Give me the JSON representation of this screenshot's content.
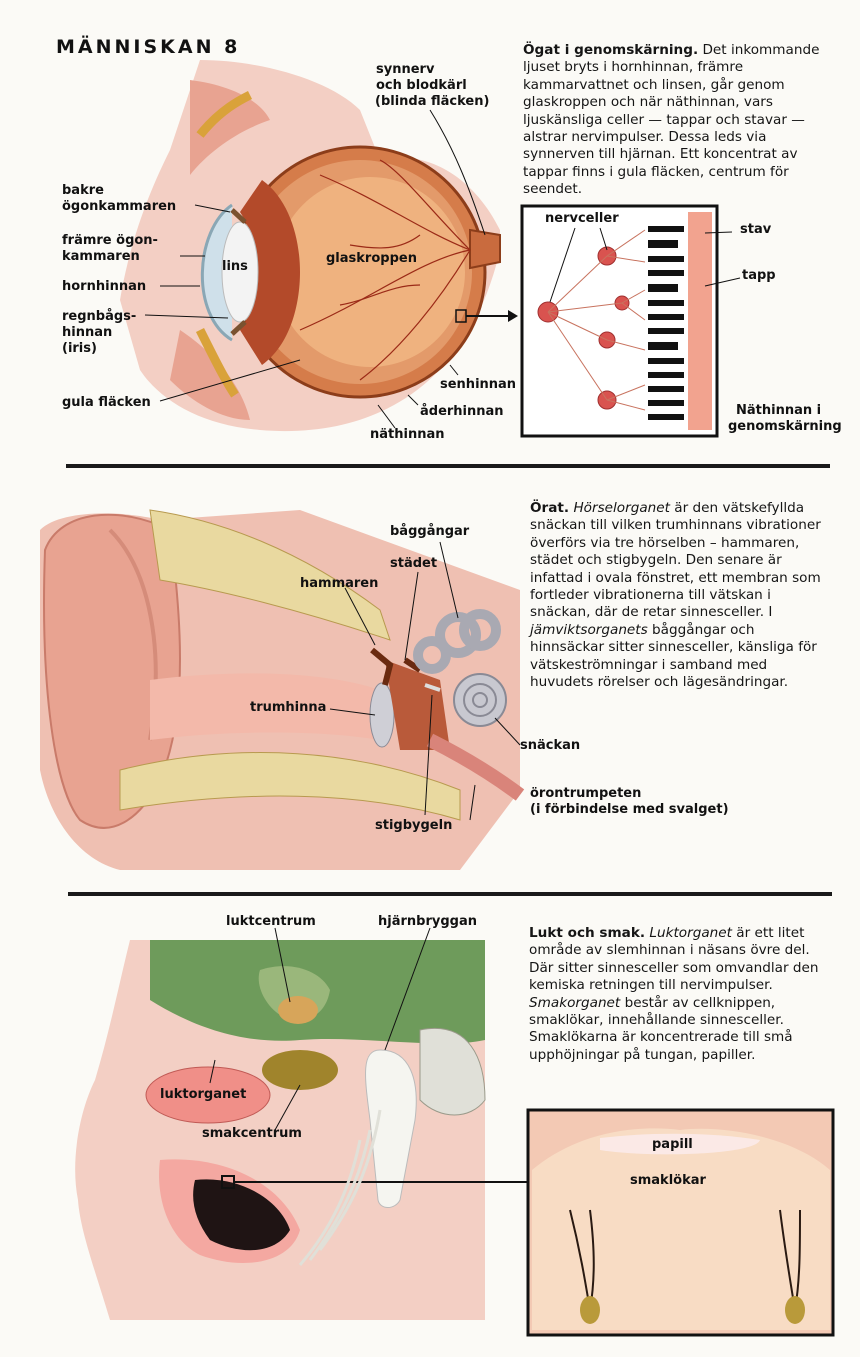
{
  "page": {
    "title": "MÄNNISKAN 8"
  },
  "eye": {
    "heading": "Ögat i genomskärning.",
    "text": "Det inkommande ljuset bryts i hornhinnan, främre kammarvattnet och linsen, går genom glaskroppen och när näthinnan, vars ljuskänsliga celler — tappar och stavar — alstrar nervimpulser. Dessa leds via synnerven till hjärnan. Ett koncentrat av tappar finns i gula fläcken, centrum för seendet.",
    "labels": {
      "synnerv_1": "synnerv",
      "synnerv_2": "och blodkärl",
      "synnerv_3": "(blinda fläcken)",
      "bakre_1": "bakre",
      "bakre_2": "ögonkammaren",
      "framre_1": "främre ögon-",
      "framre_2": "kammaren",
      "lins": "lins",
      "glaskroppen": "glaskroppen",
      "hornhinnan": "hornhinnan",
      "regnbags_1": "regnbågs-",
      "regnbags_2": "hinnan",
      "regnbags_3": "(iris)",
      "gula": "gula fläcken",
      "senhinnan": "senhinnan",
      "aderhinnan": "åderhinnan",
      "nathinnan": "näthinnan",
      "nervceller": "nervceller",
      "stav": "stav",
      "tapp": "tapp",
      "retina_1": "Näthinnan i",
      "retina_2": "genomskärning"
    }
  },
  "ear": {
    "heading": "Örat.",
    "text_1": "Hörselorganet",
    "text_2": " är den vätskefyllda snäckan till vilken trumhinnans vibrationer överförs via tre hörselben – hammaren, städet och stigbygeln. Den senare är infattad i ovala fönstret, ett membran som fortleder vibrationerna till vätskan i snäckan, där de retar sinnesceller. I ",
    "text_3": "jämviktsorganets",
    "text_4": " båggångar och hinnsäckar sitter sinnesceller, känsliga för vätskeströmningar i samband med huvudets rörelser och lägesändringar.",
    "labels": {
      "baggangar": "båggångar",
      "stadet": "städet",
      "hammaren": "hammaren",
      "trumhinna": "trumhinna",
      "snackan": "snäckan",
      "orontrumpeten_1": "örontrumpeten",
      "orontrumpeten_2": "(i förbindelse med svalget)",
      "stigbygeln": "stigbygeln"
    }
  },
  "smell": {
    "heading": "Lukt och smak.",
    "text_1": "Luktorganet",
    "text_2": " är ett litet område av slemhinnan i näsans övre del. Där sitter sinnesceller som omvandlar den kemiska retningen till nervimpulser. ",
    "text_3": "Smakorganet",
    "text_4": " består av cellknippen, smaklökar, innehållande sinnesceller. Smaklökarna är koncentrerade till små upphöjningar på tungan, papiller.",
    "labels": {
      "luktcentrum": "luktcentrum",
      "hjarnbryggan": "hjärnbryggan",
      "luktorganet": "luktorganet",
      "smakcentrum": "smakcentrum",
      "papill": "papill",
      "smaklokar": "smaklökar"
    }
  },
  "colors": {
    "skin": "#e8a391",
    "eyeball": "#c96b3e",
    "ink": "#111111",
    "bone": "#e9d9a0"
  }
}
